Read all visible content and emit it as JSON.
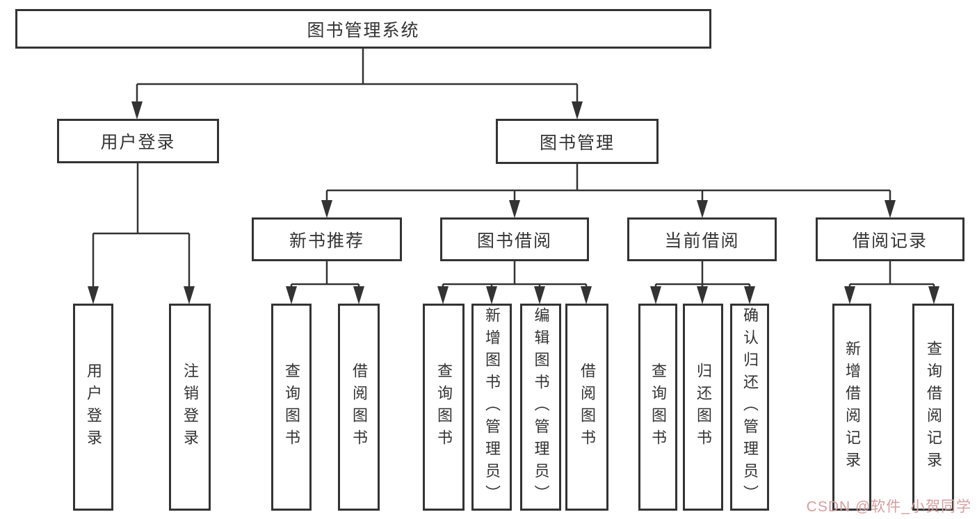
{
  "diagram": {
    "root": {
      "label": "图书管理系统"
    },
    "level2": [
      {
        "id": "user-login-group",
        "label": "用户登录"
      },
      {
        "id": "book-management-group",
        "label": "图书管理"
      }
    ],
    "level3": [
      {
        "id": "new-book-recommend",
        "label": "新书推荐"
      },
      {
        "id": "book-borrowing",
        "label": "图书借阅"
      },
      {
        "id": "current-borrowing",
        "label": "当前借阅"
      },
      {
        "id": "borrowing-records",
        "label": "借阅记录"
      }
    ],
    "leaves": [
      {
        "id": "user-login",
        "label": "用户登录"
      },
      {
        "id": "logout",
        "label": "注销登录"
      },
      {
        "id": "query-books-1",
        "label": "查询图书"
      },
      {
        "id": "borrow-books-1",
        "label": "借阅图书"
      },
      {
        "id": "query-books-2",
        "label": "查询图书"
      },
      {
        "id": "add-books-admin",
        "label": "新增图书（管理员）"
      },
      {
        "id": "edit-books-admin",
        "label": "编辑图书（管理员）"
      },
      {
        "id": "borrow-books-2",
        "label": "借阅图书"
      },
      {
        "id": "query-books-3",
        "label": "查询图书"
      },
      {
        "id": "return-books",
        "label": "归还图书"
      },
      {
        "id": "confirm-return-admin",
        "label": "确认归还（管理员）"
      },
      {
        "id": "add-borrow-record",
        "label": "新增借阅记录"
      },
      {
        "id": "query-borrow-record",
        "label": "查询借阅记录"
      }
    ],
    "colors": {
      "line": "#333333",
      "box_border": "#333333",
      "text": "#333333",
      "background": "#ffffff"
    }
  },
  "watermark": {
    "text": "CSDN @软件_小贺同学",
    "color": "#d49e9e"
  }
}
